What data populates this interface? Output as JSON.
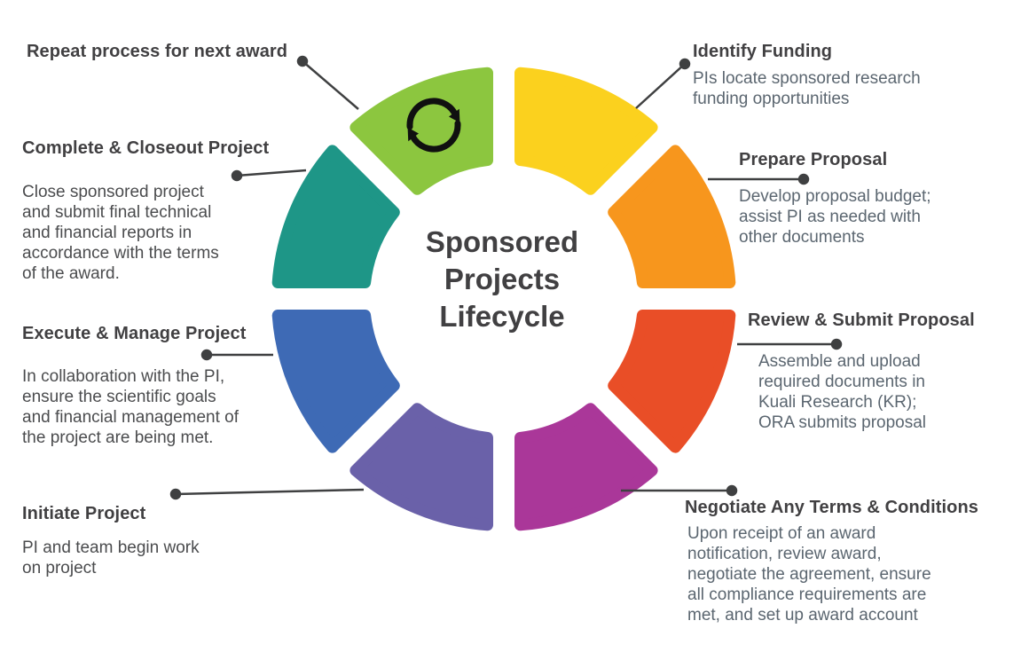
{
  "center_title": "Sponsored\nProjects\nLifecycle",
  "steps": [
    {
      "name": "identify-funding",
      "label": "Identify Funding",
      "description": "PIs locate sponsored research\nfunding opportunities",
      "color": "#FBD11E"
    },
    {
      "name": "prepare-proposal",
      "label": "Prepare Proposal",
      "description": "Develop proposal budget;\nassist PI as needed with\nother documents",
      "color": "#F7961D"
    },
    {
      "name": "review-submit-proposal",
      "label": "Review & Submit Proposal",
      "description": "Assemble and upload\nrequired documents in\nKuali Research (KR);\nORA submits proposal",
      "color": "#E94E27"
    },
    {
      "name": "negotiate-terms-conditions",
      "label": "Negotiate Any Terms & Conditions",
      "description": "Upon receipt of an award\nnotification, review award,\nnegotiate the agreement, ensure\nall compliance requirements are\nmet, and set up award account",
      "color": "#AA3799"
    },
    {
      "name": "initiate-project",
      "label": "Initiate Project",
      "description": "PI and team begin work\non project",
      "color": "#6A61A9"
    },
    {
      "name": "execute-manage-project",
      "label": "Execute & Manage Project",
      "description": "In collaboration with the PI,\nensure the scientific goals\nand financial management of\nthe project are being met.",
      "color": "#3E6AB5"
    },
    {
      "name": "complete-closeout-project",
      "label": "Complete & Closeout Project",
      "description": "Close sponsored project\nand submit final technical\nand financial reports in\naccordance with the terms\nof the award.",
      "color": "#1E9687"
    },
    {
      "name": "repeat-process",
      "label": "Repeat process for next award",
      "description": "",
      "color": "#8CC63F"
    }
  ],
  "colors": {
    "heading_text": "#414042",
    "body_text_left": "#4B4C4E",
    "body_text_right": "#5B6670",
    "leader_line": "#3F4041",
    "icon": "#101010",
    "background": "#FFFFFF"
  }
}
